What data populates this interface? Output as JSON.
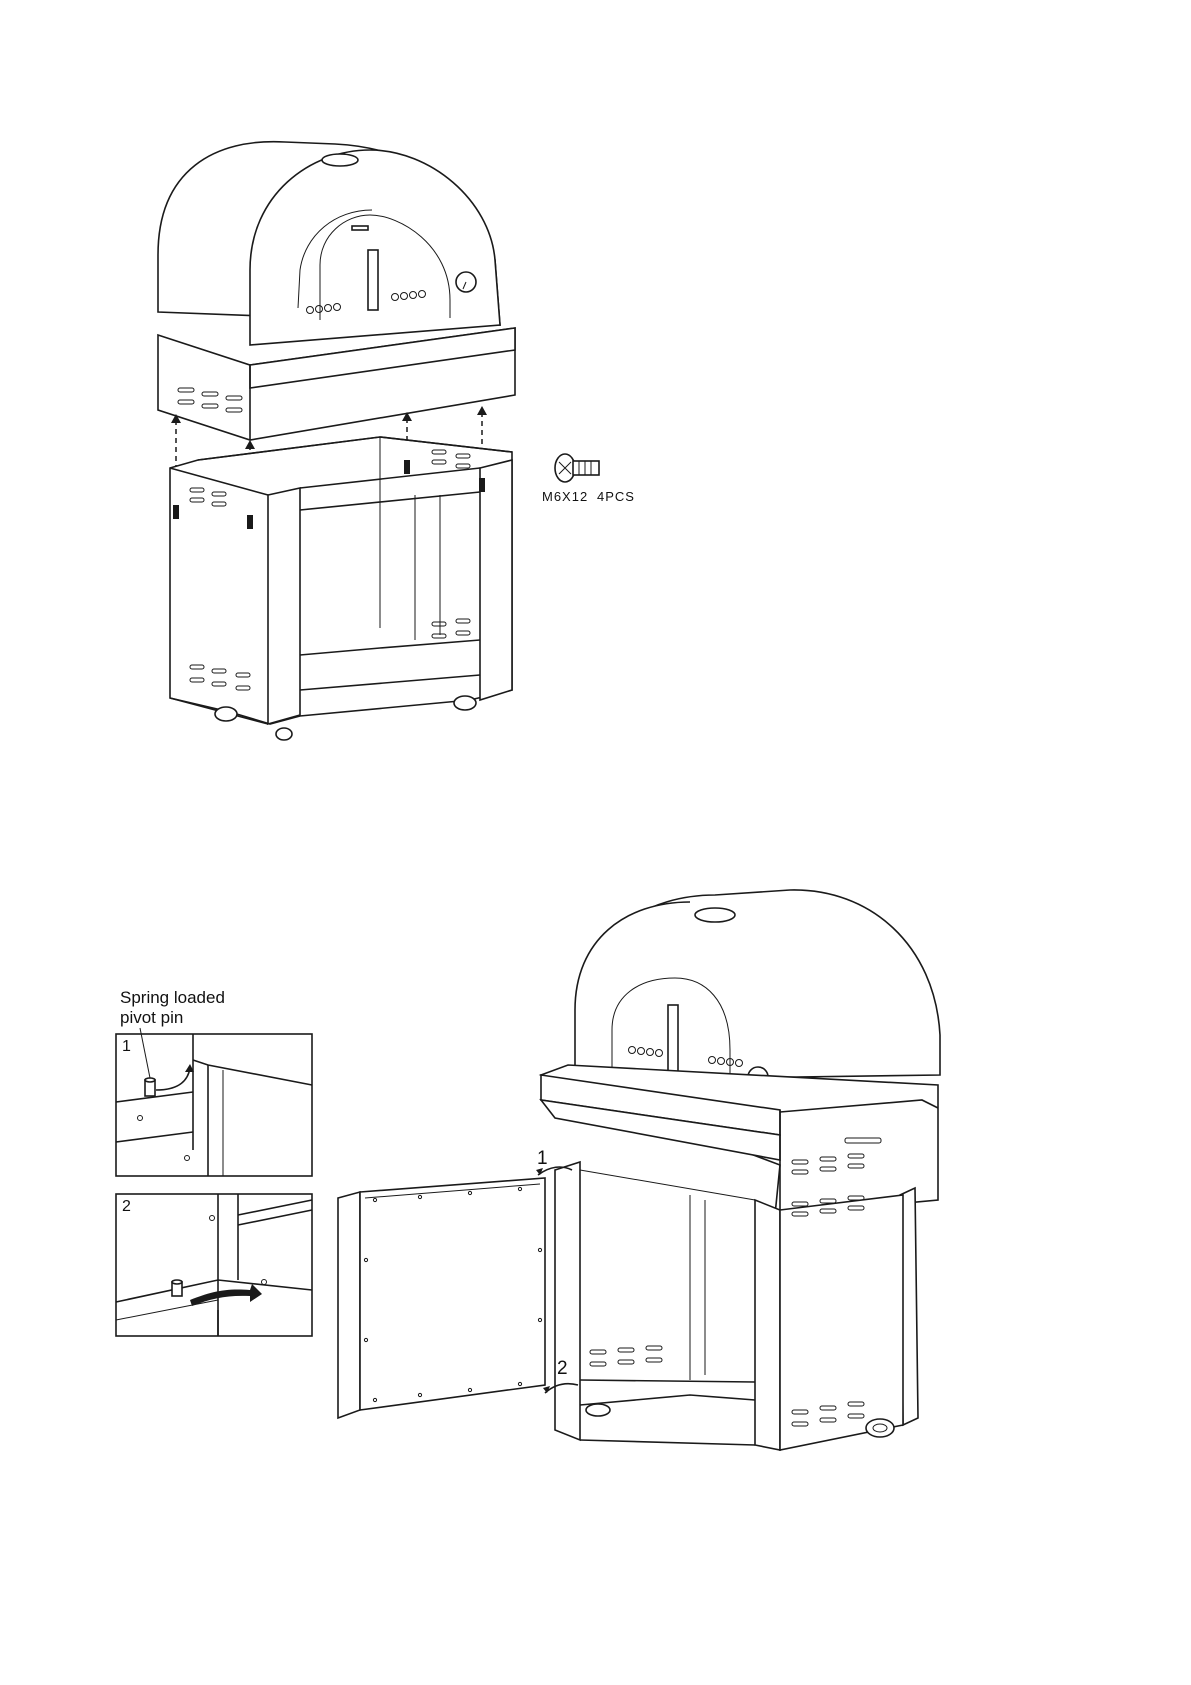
{
  "figure1": {
    "screw_label": "M6X12",
    "screw_qty": "4PCS"
  },
  "figure2": {
    "callout_line1": "Spring loaded",
    "callout_line2": "pivot  pin",
    "inset1_number": "1",
    "inset2_number": "2",
    "hinge_marker_top": "1",
    "hinge_marker_bottom": "2"
  }
}
